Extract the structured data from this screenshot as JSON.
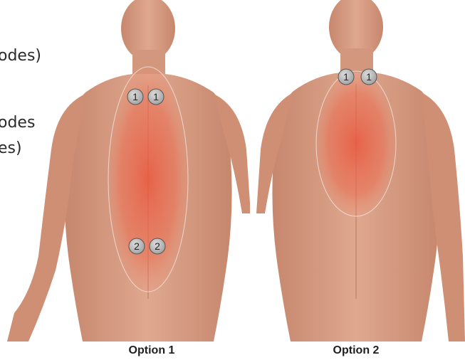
{
  "legend": {
    "line1": "odes)",
    "line2": "odes",
    "line3": "es)"
  },
  "options": [
    {
      "label": "Option 1",
      "electrodes": [
        "1",
        "1",
        "2",
        "2"
      ]
    },
    {
      "label": "Option 2",
      "electrodes": [
        "1",
        "1"
      ]
    }
  ],
  "colors": {
    "skin": "#d79c83",
    "skin_shadow": "#b97a62",
    "treatment_area": "#e8553c",
    "electrode": "#b8b8b8",
    "background": "#ffffff"
  }
}
